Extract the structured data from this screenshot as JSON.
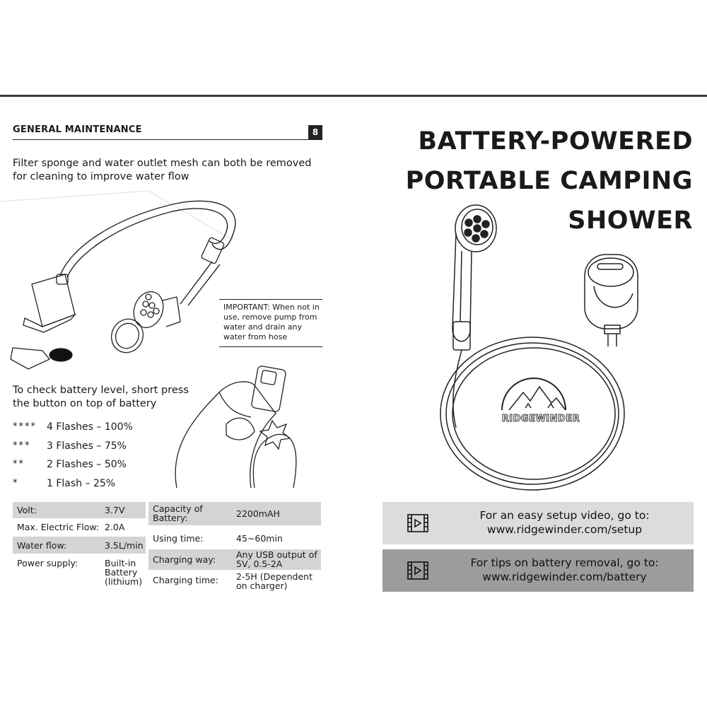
{
  "left_page": {
    "section_title": "GENERAL MAINTENANCE",
    "page_number": "8",
    "filter_text": "Filter sponge and water outlet mesh can both be removed for cleaning to improve water flow",
    "important_note": "IMPORTANT: When not in use, remove pump from water and drain any water from hose",
    "battery_text": "To check battery level, short press the button on top of battery",
    "flash_levels": [
      {
        "stars": "****",
        "label": "4 Flashes – 100%"
      },
      {
        "stars": "***",
        "label": "3 Flashes – 75%"
      },
      {
        "stars": "**",
        "label": "2 Flashes – 50%"
      },
      {
        "stars": "*",
        "label": "1 Flash – 25%"
      }
    ],
    "specs_left": [
      {
        "label": "Volt:",
        "value": "3.7V"
      },
      {
        "label": "Max. Electric Flow:",
        "value": "2.0A"
      },
      {
        "label": "Water flow:",
        "value": "3.5L/min"
      },
      {
        "label": "Power supply:",
        "value": "Built-in Battery (lithium)"
      }
    ],
    "specs_right": [
      {
        "label": "Capacity of Battery:",
        "value": "2200mAH"
      },
      {
        "label": "Using time:",
        "value": "45~60min"
      },
      {
        "label": "Charging way:",
        "value": "Any USB output of 5V, 0.5-2A"
      },
      {
        "label": "Charging time:",
        "value": "2-5H (Dependent on charger)"
      }
    ]
  },
  "right_page": {
    "title_lines": [
      "BATTERY-POWERED",
      "PORTABLE CAMPING",
      "SHOWER"
    ],
    "brand": "RIDGEWINDER",
    "links": [
      {
        "line1": "For an easy setup video, go to:",
        "line2": "www.ridgewinder.com/setup",
        "icon": "video-icon"
      },
      {
        "line1": "For tips on battery removal, go to:",
        "line2": "www.ridgewinder.com/battery",
        "icon": "video-icon"
      }
    ]
  },
  "colors": {
    "rule": "#3a3a3a",
    "box_light": "#dcdcdc",
    "box_dark": "#9c9c9c",
    "table_gray": "#d4d4d4"
  }
}
